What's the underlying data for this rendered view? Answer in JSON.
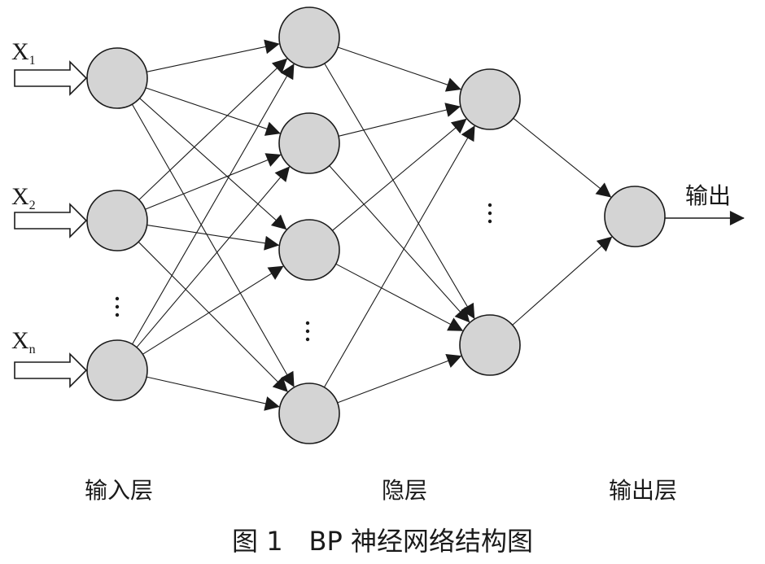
{
  "inputs": [
    {
      "base": "X",
      "sub": "1"
    },
    {
      "base": "X",
      "sub": "2"
    },
    {
      "base": "X",
      "sub": "n"
    }
  ],
  "output_label": "输出",
  "layer_labels": {
    "input": "输入层",
    "hidden": "隐层",
    "output": "输出层"
  },
  "caption": "图 1　BP 神经网络结构图"
}
